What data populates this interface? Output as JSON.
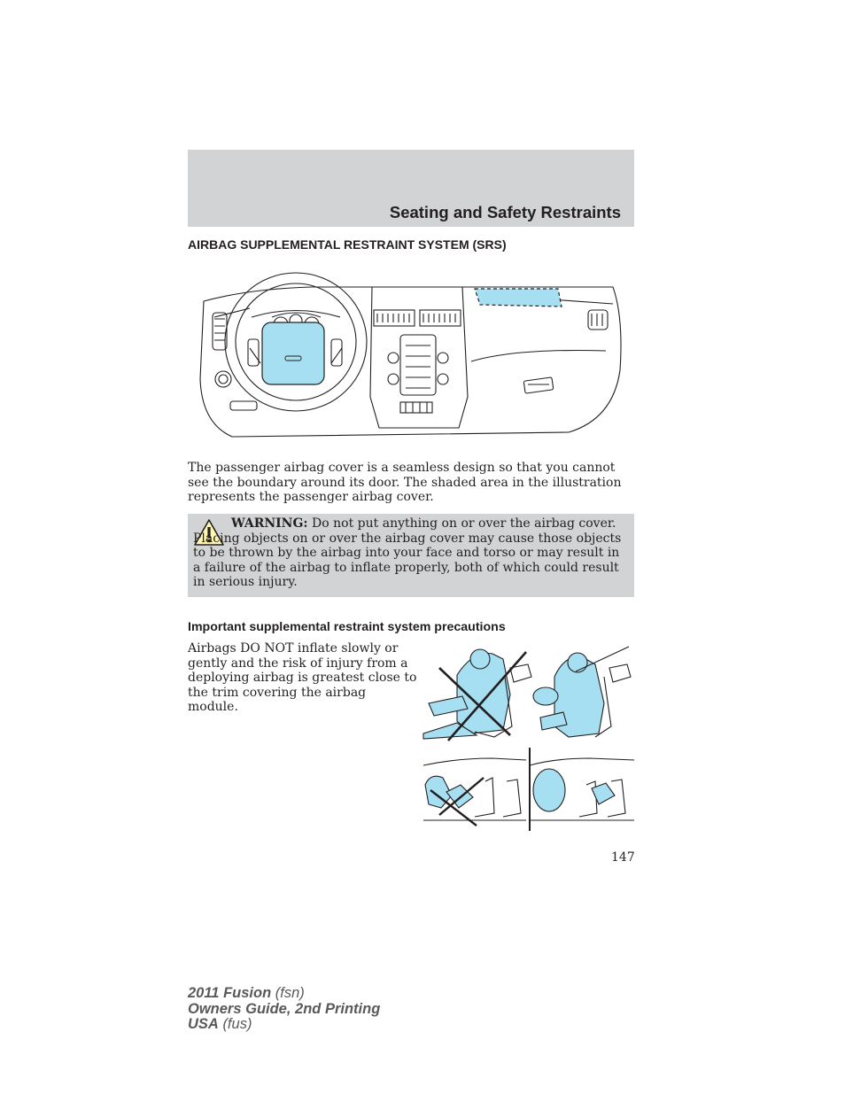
{
  "header": {
    "section_title": "Seating and Safety Restraints"
  },
  "main": {
    "heading_srs": "AIRBAG SUPPLEMENTAL RESTRAINT SYSTEM (SRS)",
    "paragraph_cover": "The passenger airbag cover is a seamless design so that you cannot see the boundary around its door. The shaded area in the illustration represents the passenger airbag cover.",
    "warning": {
      "label": "WARNING:",
      "text": " Do not put anything on or over the airbag cover. Placing objects on or over the airbag cover may cause those objects to be thrown by the airbag into your face and torso or may result in a failure of the airbag to inflate properly, both of which could result in serious injury.",
      "icon": "warning-triangle-icon"
    },
    "heading_precautions": "Important supplemental restraint system precautions",
    "paragraph_precautions": "Airbags DO NOT inflate slowly or gently and the risk of injury from a deploying airbag is greatest close to the trim covering the airbag module."
  },
  "page_number": "147",
  "footer": {
    "model": "2011 Fusion",
    "model_code": "(fsn)",
    "guide": "Owners Guide, 2nd Printing",
    "market": "USA",
    "market_code": "(fus)"
  },
  "colors": {
    "airbag_fill": "#a6dff1",
    "band": "#d1d3d4",
    "text": "#231f20",
    "footer": "#58595b"
  }
}
